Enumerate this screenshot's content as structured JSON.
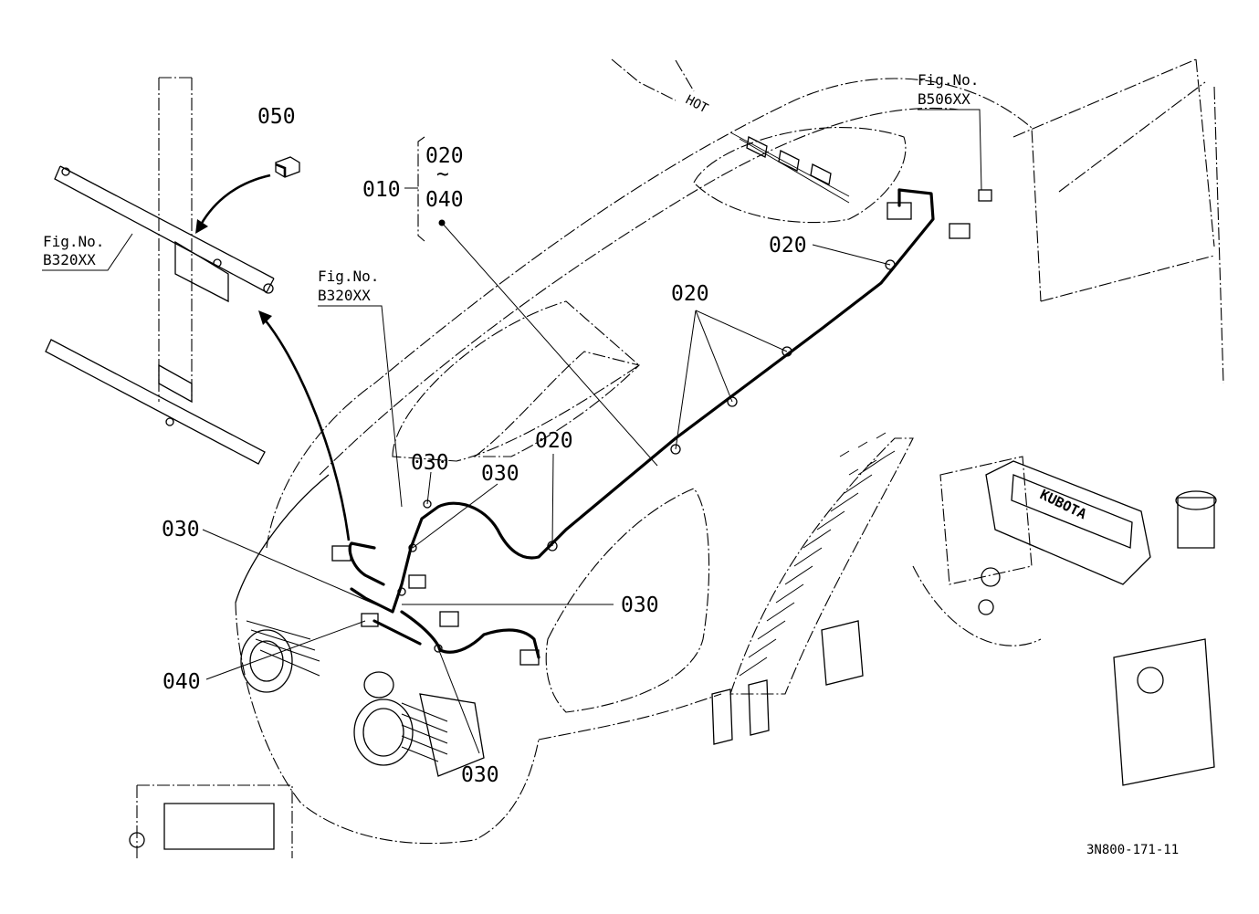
{
  "callouts": {
    "p010": "010",
    "p020_range_start": "020",
    "p020_range_tilde": "~",
    "p040_range_end": "040",
    "p020_a": "020",
    "p020_b": "020",
    "p020_c": "020",
    "p030_a": "030",
    "p030_b": "030",
    "p030_c": "030",
    "p030_d": "030",
    "p030_e": "030",
    "p040": "040",
    "p050": "050"
  },
  "fig_refs": {
    "left_line1": "Fig.No.",
    "left_line2": "B320XX",
    "center_line1": "Fig.No.",
    "center_line2": "B320XX",
    "top_line1": "Fig.No.",
    "top_line2": "B506XX"
  },
  "brand_embossing": "KUBOTA",
  "hood_marking": "HOT",
  "diagram_code": "3N800-171-11"
}
